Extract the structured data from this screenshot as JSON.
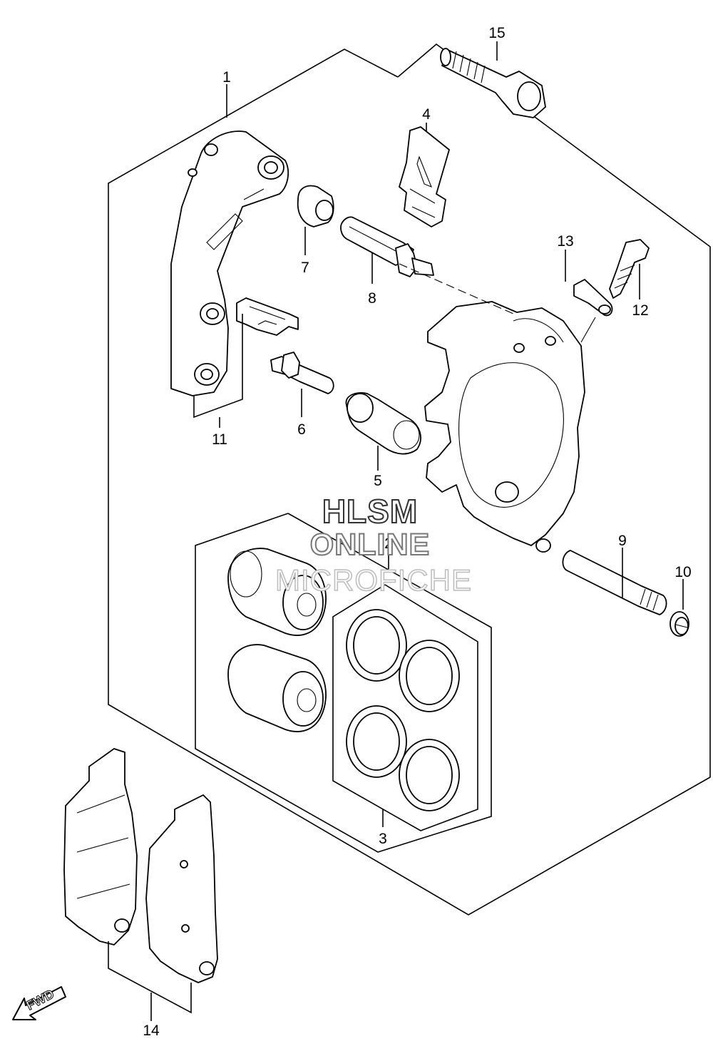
{
  "watermark": {
    "line1": "HLSM",
    "line2": "ONLINE",
    "line3": "MICROFICHE"
  },
  "fwd_label": "FWD",
  "callouts": [
    {
      "key": "c1",
      "label": "1"
    },
    {
      "key": "c2",
      "label": "2"
    },
    {
      "key": "c3",
      "label": "3"
    },
    {
      "key": "c4",
      "label": "4"
    },
    {
      "key": "c5",
      "label": "5"
    },
    {
      "key": "c6",
      "label": "6"
    },
    {
      "key": "c7",
      "label": "7"
    },
    {
      "key": "c8",
      "label": "8"
    },
    {
      "key": "c9",
      "label": "9"
    },
    {
      "key": "c10",
      "label": "10"
    },
    {
      "key": "c11",
      "label": "11"
    },
    {
      "key": "c12",
      "label": "12"
    },
    {
      "key": "c13",
      "label": "13"
    },
    {
      "key": "c14",
      "label": "14"
    },
    {
      "key": "c15",
      "label": "15"
    }
  ],
  "parts": [
    {
      "callout": "1",
      "icon": "caliper-assembly-icon"
    },
    {
      "callout": "2",
      "icon": "piston-icon"
    },
    {
      "callout": "3",
      "icon": "seal-set-icon"
    },
    {
      "callout": "4",
      "icon": "pad-spring-icon"
    },
    {
      "callout": "5",
      "icon": "slide-pin-icon"
    },
    {
      "callout": "6",
      "icon": "slide-pin-icon"
    },
    {
      "callout": "7",
      "icon": "boot-icon"
    },
    {
      "callout": "8",
      "icon": "slide-pin-icon"
    },
    {
      "callout": "9",
      "icon": "pad-pin-icon"
    },
    {
      "callout": "10",
      "icon": "plug-icon"
    },
    {
      "callout": "11",
      "icon": "bracket-icon"
    },
    {
      "callout": "12",
      "icon": "bleeder-valve-icon"
    },
    {
      "callout": "13",
      "icon": "bleeder-cap-icon"
    },
    {
      "callout": "14",
      "icon": "brake-pad-icon"
    },
    {
      "callout": "15",
      "icon": "bolt-icon"
    }
  ]
}
